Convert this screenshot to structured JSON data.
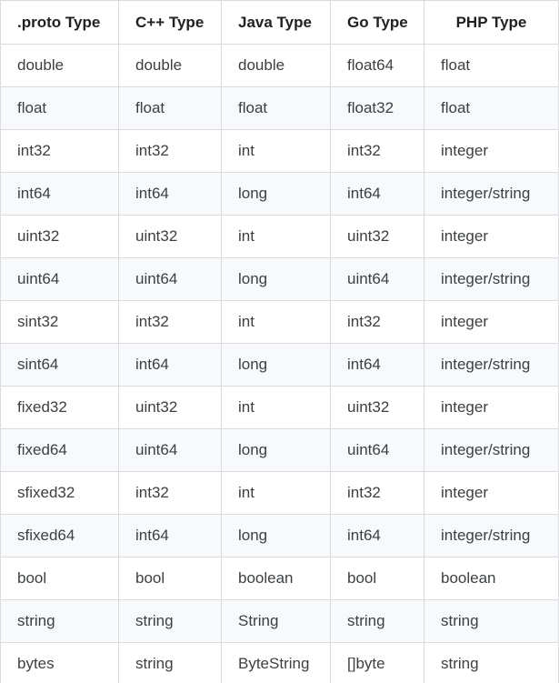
{
  "table": {
    "headers": [
      ".proto Type",
      "C++ Type",
      "Java Type",
      "Go Type",
      "PHP Type"
    ],
    "rows": [
      [
        "double",
        "double",
        "double",
        "float64",
        "float"
      ],
      [
        "float",
        "float",
        "float",
        "float32",
        "float"
      ],
      [
        "int32",
        "int32",
        "int",
        "int32",
        "integer"
      ],
      [
        "int64",
        "int64",
        "long",
        "int64",
        "integer/string"
      ],
      [
        "uint32",
        "uint32",
        "int",
        "uint32",
        "integer"
      ],
      [
        "uint64",
        "uint64",
        "long",
        "uint64",
        "integer/string"
      ],
      [
        "sint32",
        "int32",
        "int",
        "int32",
        "integer"
      ],
      [
        "sint64",
        "int64",
        "long",
        "int64",
        "integer/string"
      ],
      [
        "fixed32",
        "uint32",
        "int",
        "uint32",
        "integer"
      ],
      [
        "fixed64",
        "uint64",
        "long",
        "uint64",
        "integer/string"
      ],
      [
        "sfixed32",
        "int32",
        "int",
        "int32",
        "integer"
      ],
      [
        "sfixed64",
        "int64",
        "long",
        "int64",
        "integer/string"
      ],
      [
        "bool",
        "bool",
        "boolean",
        "bool",
        "boolean"
      ],
      [
        "string",
        "string",
        "String",
        "string",
        "string"
      ],
      [
        "bytes",
        "string",
        "ByteString",
        "[]byte",
        "string"
      ]
    ]
  },
  "colors": {
    "border": "#dadce0",
    "stripe": "#f8f9fa",
    "header_text": "#202124",
    "cell_text": "#3c4043"
  }
}
